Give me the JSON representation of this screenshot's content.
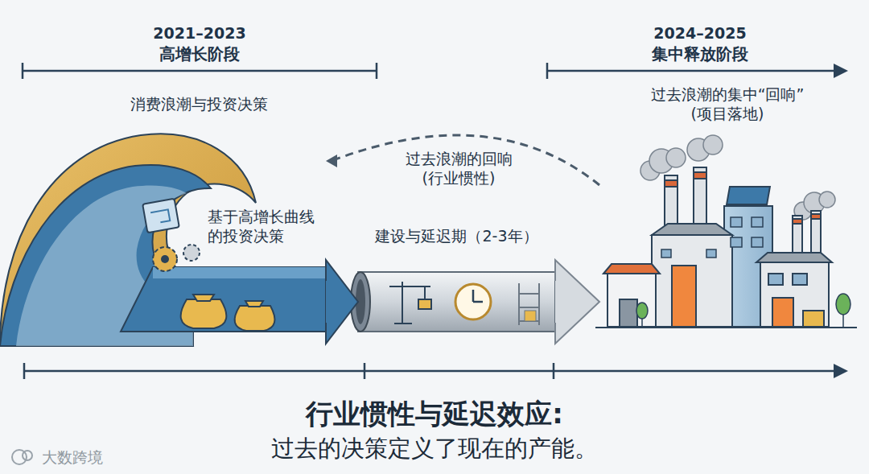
{
  "diagram": {
    "title": "行业惯性与延迟效应:",
    "caption": "过去的决策定义了现在的产能。",
    "nodes": [
      {
        "text": [
          "消费浪潮与投资决策",
          "基于高增长曲线的投资决策"
        ]
      },
      {
        "text": [
          "建设与延迟期（2-3年）"
        ]
      },
      {
        "text": [
          "过去浪潮的集中“回响” (项目落地)"
        ]
      }
    ],
    "edges": [
      {
        "from": 0,
        "to": 1,
        "arrow": "to"
      },
      {
        "from": 1,
        "to": 2,
        "arrow": "to"
      },
      {
        "from": 2,
        "to": 0,
        "label": "过去浪潮的回响 (行业惯性)",
        "arrow": "to"
      }
    ],
    "labels": [
      "2021–2023",
      "高增长阶段",
      "2024–2025",
      "集中释放阶段",
      "大数跨境"
    ]
  }
}
